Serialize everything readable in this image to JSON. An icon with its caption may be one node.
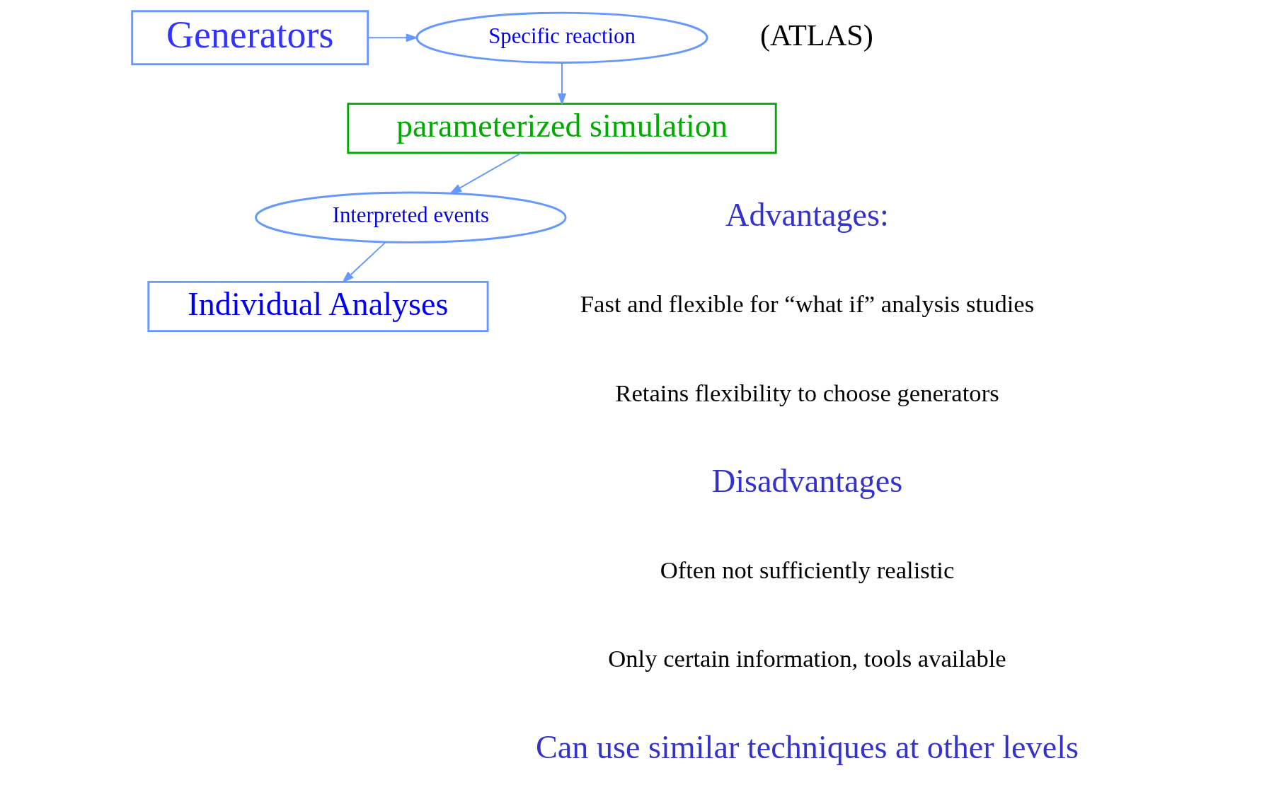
{
  "diagram": {
    "nodes": [
      {
        "text": [
          "Generators"
        ]
      },
      {
        "text": [
          "Specific reaction"
        ]
      },
      {
        "text": [
          "parameterized simulation"
        ]
      },
      {
        "text": [
          "Interpreted events"
        ]
      },
      {
        "text": [
          "Individual Analyses"
        ]
      }
    ],
    "edges": [
      {
        "from": 0,
        "to": 1,
        "arrow": "to"
      },
      {
        "from": 1,
        "to": 2,
        "arrow": "to"
      },
      {
        "from": 2,
        "to": 3,
        "arrow": "to"
      },
      {
        "from": 3,
        "to": 4,
        "arrow": "to"
      }
    ],
    "labels": [
      "(ATLAS)",
      "Advantages:",
      "Fast and flexible for “what if” analysis studies",
      "Retains flexibility to choose generators",
      "Disadvantages",
      "Often not sufficiently realistic",
      "Only certain information, tools available",
      "Can use similar techniques at other levels"
    ]
  }
}
